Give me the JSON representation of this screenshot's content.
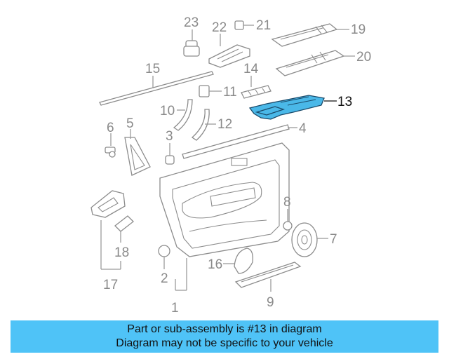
{
  "diagram": {
    "highlighted_part": "13",
    "callouts": {
      "c1": "1",
      "c2": "2",
      "c3": "3",
      "c4": "4",
      "c5": "5",
      "c6": "6",
      "c7": "7",
      "c8": "8",
      "c9": "9",
      "c10": "10",
      "c11": "11",
      "c12": "12",
      "c13": "13",
      "c14": "14",
      "c15": "15",
      "c16": "16",
      "c17": "17",
      "c18": "18",
      "c19": "19",
      "c20": "20",
      "c21": "21",
      "c22": "22",
      "c23": "23"
    }
  },
  "banner": {
    "line1": "Part or sub-assembly is #13 in diagram",
    "line2": "Diagram may not be specific to your vehicle"
  },
  "colors": {
    "highlight": "#4ab8e8",
    "banner": "#4fc3f7"
  }
}
